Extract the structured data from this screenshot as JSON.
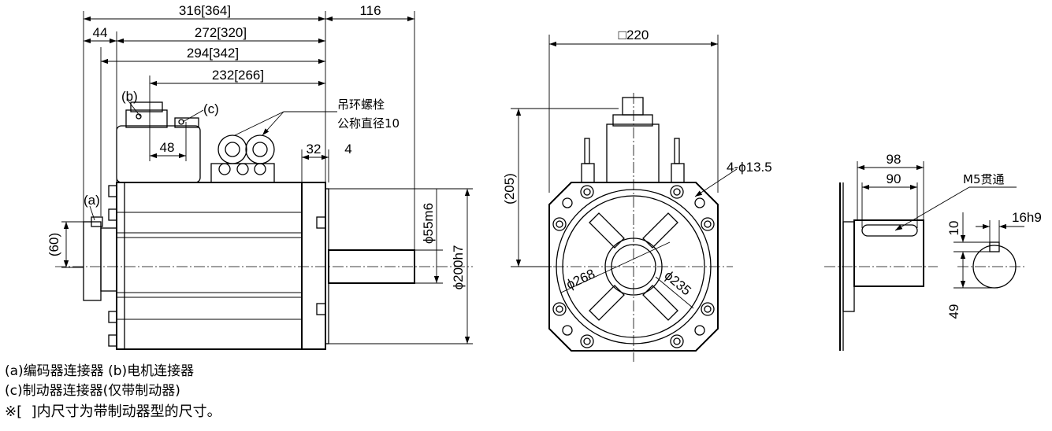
{
  "dimensions": {
    "overall": "316[364]",
    "shaft_length": "116",
    "rear_44": "44",
    "len_272": "272[320]",
    "len_294": "294[342]",
    "len_232": "232[266]",
    "len_48": "48",
    "len_32": "32",
    "len_4": "4",
    "height_60": "(60)",
    "dia_shaft": "ϕ55m6",
    "dia_pilot": "ϕ200h7",
    "square": "□220",
    "height_205": "(205)",
    "holes": "4-ϕ13.5",
    "pcd_268": "ϕ268",
    "dia_235": "ϕ235",
    "key_98": "98",
    "key_90": "90",
    "tap": "M5贯通",
    "key_10": "10",
    "key_16": "16h9",
    "key_49": "49"
  },
  "labels": {
    "a": "(a)",
    "b": "(b)",
    "c": "(c)",
    "eyebolt_line1": "吊环螺栓",
    "eyebolt_line2": "公称直径10"
  },
  "legend": {
    "line1": "(a)编码器连接器 (b)电机连接器",
    "line2": "(c)制动器连接器(仅带制动器)",
    "note": "※[  ]内尺寸为带制动器型的尺寸。"
  }
}
